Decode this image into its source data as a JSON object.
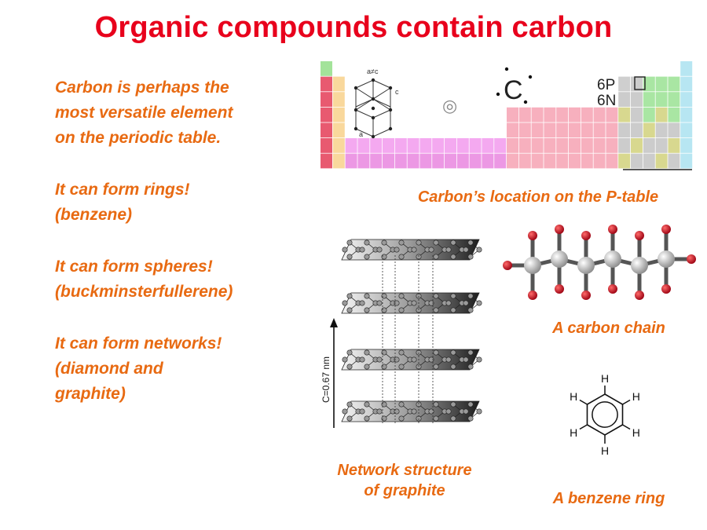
{
  "slide": {
    "title": "Organic compounds contain carbon"
  },
  "bullets": [
    {
      "lines": [
        "Carbon is perhaps the",
        "most versatile element",
        "on the periodic table."
      ]
    },
    {
      "lines": [
        "It can form rings!",
        "(benzene)"
      ]
    },
    {
      "lines": [
        "It can form spheres!",
        "(buckminsterfullerene)"
      ]
    },
    {
      "lines": [
        "It can form networks!",
        "(diamond and",
        "graphite)"
      ]
    }
  ],
  "periodic_table": {
    "caption": "Carbon’s location on the P-table",
    "lattice_label_top": "a≠c",
    "lattice_label_c": "c",
    "lattice_label_a": "a",
    "symbol": "C",
    "row1": "6P",
    "row2": "6N",
    "nucleus_glyph": "◎"
  },
  "graphite": {
    "caption_line1": "Network structure",
    "caption_line2": "of graphite",
    "spacing_label": "C=0.67 nm"
  },
  "chain": {
    "caption": "A carbon chain"
  },
  "benzene": {
    "caption": "A benzene ring",
    "atom_label": "H"
  },
  "colors": {
    "title": "#e8001c",
    "text": "#e86a12"
  }
}
